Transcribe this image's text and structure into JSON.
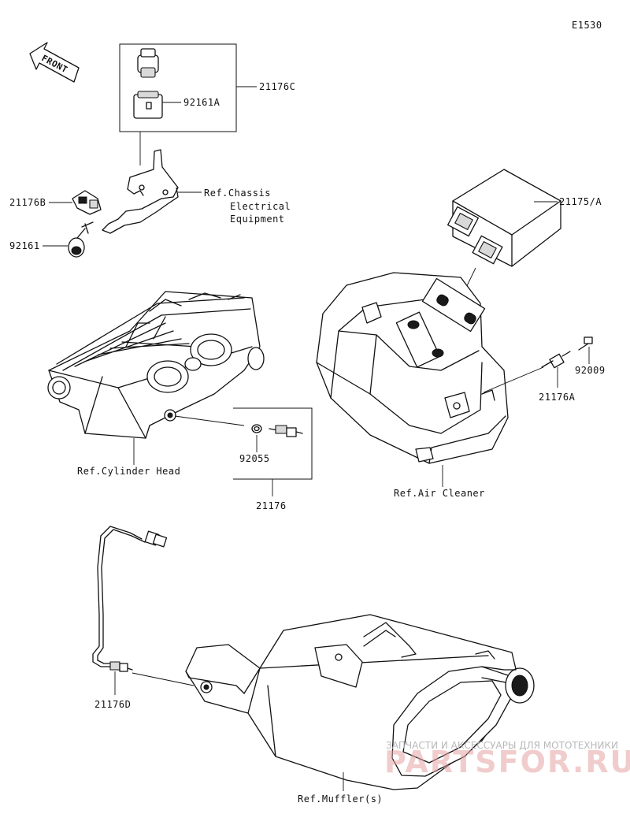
{
  "diagram_code": "E1530",
  "front_label": "FRONT",
  "labels": {
    "p21176C": "21176C",
    "p92161A": "92161A",
    "ref_chassis_1": "Ref.Chassis",
    "ref_chassis_2": "Electrical",
    "ref_chassis_3": "Equipment",
    "p21176B": "21176B",
    "p92161": "92161",
    "p21175A": "21175/A",
    "p92009": "92009",
    "p21176A": "21176A",
    "ref_cylinder_head": "Ref.Cylinder Head",
    "p92055": "92055",
    "p21176": "21176",
    "ref_air_cleaner": "Ref.Air Cleaner",
    "p21176D": "21176D",
    "ref_muffler": "Ref.Muffler(s)"
  },
  "watermark": {
    "line1": "ЗАПЧАСТИ И АКСЕССУАРЫ ДЛЯ МОТОТЕХНИКИ",
    "line2": "PARTSFOR.RU"
  },
  "colors": {
    "ink": "#111111",
    "paper": "#ffffff",
    "watermark": "#e6a3a3"
  }
}
